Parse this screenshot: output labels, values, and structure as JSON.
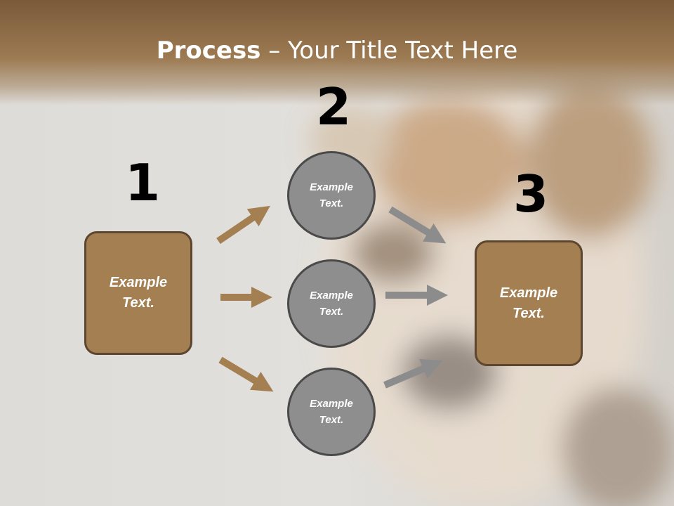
{
  "title": {
    "bold": "Process",
    "rest": " – Your Title Text Here"
  },
  "numbers": [
    "1",
    "2",
    "3"
  ],
  "left_box": {
    "text": "Example\nText."
  },
  "right_box": {
    "text": "Example\nText."
  },
  "circles": [
    {
      "text": "Example\nText."
    },
    {
      "text": "Example\nText."
    },
    {
      "text": "Example\nText."
    }
  ],
  "colors": {
    "box_fill": "#a47f52",
    "box_border": "#5c4630",
    "circle_fill": "#8e8e8e",
    "circle_border": "#4a4a4a",
    "arrow_brown": "#a47f52",
    "arrow_gray": "#8c8c8c"
  }
}
